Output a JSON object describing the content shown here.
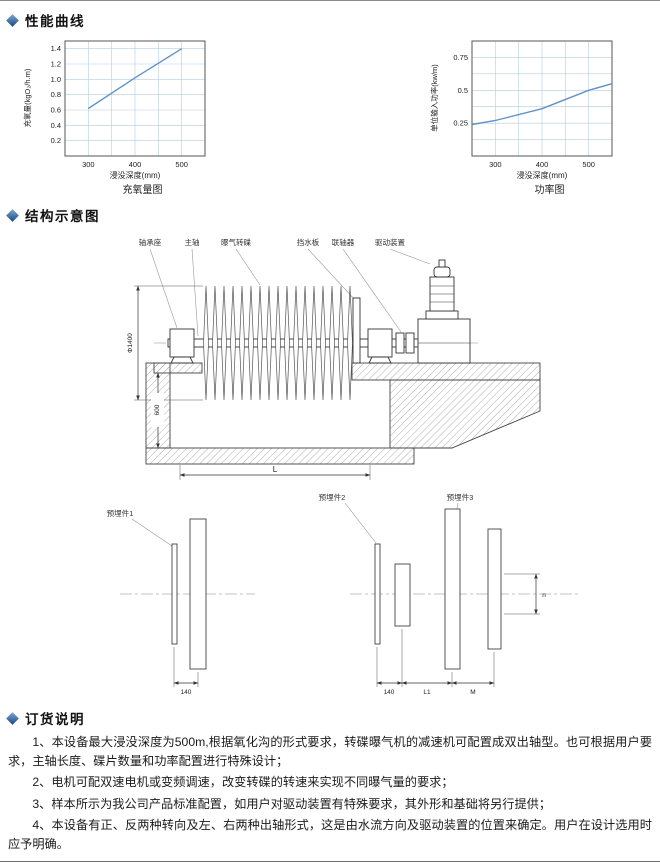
{
  "sections": [
    {
      "title": "性能曲线"
    },
    {
      "title": "结构示意图"
    },
    {
      "title": "订货说明"
    }
  ],
  "colors": {
    "accent": "#16477e",
    "chart_line": "#5f93c8",
    "grid": "#b5cde2"
  },
  "chart_data": [
    {
      "type": "line",
      "title": "充氧量图",
      "xlabel": "浸没深度(mm)",
      "ylabel": "充氧量(kgO₂/h.m)",
      "x": [
        300,
        400,
        500
      ],
      "values": [
        0.62,
        1.02,
        1.4
      ],
      "xticks": [
        "300",
        "400",
        "500"
      ],
      "yticks": [
        "0.2",
        "0.4",
        "0.6",
        "0.8",
        "1.0",
        "1.2",
        "1.4"
      ],
      "xlim": [
        250,
        550
      ],
      "ylim": [
        0,
        1.5
      ],
      "grid_xstep": 50,
      "grid_ystep": 0.2,
      "grid": true,
      "legend_position": "none"
    },
    {
      "type": "line",
      "title": "功率图",
      "xlabel": "浸没深度(mm)",
      "ylabel": "单位输入功率(kw/m)",
      "x": [
        250,
        300,
        400,
        500,
        550
      ],
      "values": [
        0.24,
        0.27,
        0.36,
        0.5,
        0.55
      ],
      "xticks": [
        "300",
        "400",
        "500"
      ],
      "yticks": [
        "0.25",
        "0.5",
        "0.75"
      ],
      "xlim": [
        250,
        550
      ],
      "ylim": [
        0,
        0.875
      ],
      "grid_xstep": 50,
      "grid_ystep": 0.125,
      "grid": true,
      "legend_position": "none"
    }
  ],
  "structure_diagram": {
    "part_labels": [
      "轴承座",
      "主轴",
      "曝气转碟",
      "挡水板",
      "联轴器",
      "驱动装置"
    ],
    "dims": {
      "phi": "Φ1400",
      "depth": "600",
      "length": "L"
    }
  },
  "embed_diagram": {
    "labels": [
      "预埋件1",
      "预埋件2",
      "预埋件3"
    ],
    "dims": {
      "left_140": "140",
      "right_140": "140",
      "l1": "L1",
      "m": "M",
      "n": "n"
    }
  },
  "ordering": {
    "items": [
      "1、本设备最大浸没深度为500m,根据氧化沟的形式要求，转碟曝气机的减速机可配置成双出轴型。也可根据用户要求，主轴长度、碟片数量和功率配置进行特殊设计；",
      "2、电机可配双速电机或变频调速，改变转碟的转速来实现不同曝气量的要求；",
      "3、样本所示为我公司产品标准配置，如用户对驱动装置有特殊要求，其外形和基础将另行提供；",
      "4、本设备有正、反两种转向及左、右两种出轴形式，这是由水流方向及驱动装置的位置来确定。用户在设计选用时应予明确。"
    ]
  }
}
